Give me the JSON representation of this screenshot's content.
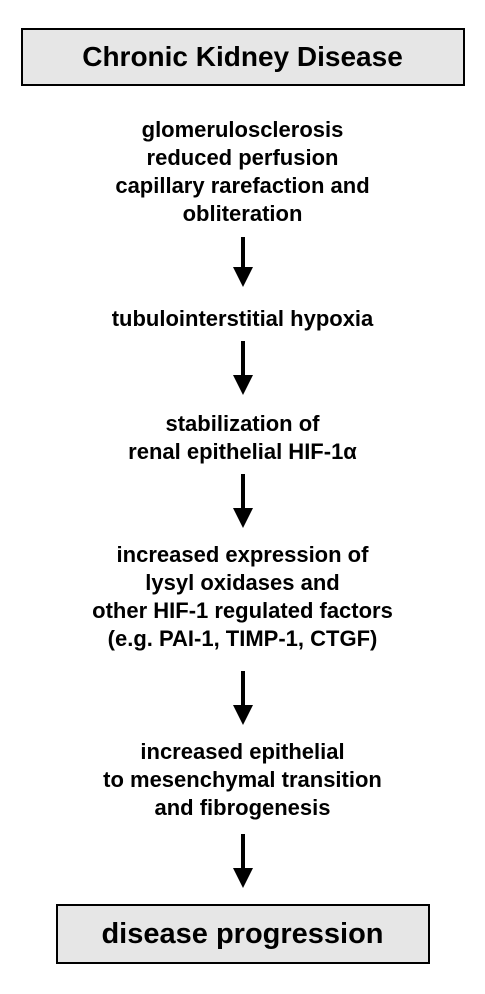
{
  "top_box": {
    "label": "Chronic Kidney Disease"
  },
  "steps": [
    {
      "lines": [
        "glomerulosclerosis",
        "reduced perfusion",
        "capillary rarefaction and",
        "obliteration"
      ]
    },
    {
      "lines": [
        "tubulointerstitial hypoxia"
      ]
    },
    {
      "lines": [
        "stabilization of",
        "renal epithelial HIF-1α"
      ]
    },
    {
      "lines": [
        "increased expression of",
        "lysyl oxidases and",
        "other HIF-1 regulated factors",
        "(e.g. PAI-1, TIMP-1, CTGF)"
      ]
    },
    {
      "lines": [
        "increased epithelial",
        "to mesenchymal transition",
        "and fibrogenesis"
      ]
    }
  ],
  "bottom_box": {
    "label": "disease progression"
  },
  "colors": {
    "box_fill": "#e6e6e6",
    "text": "#000000",
    "arrow": "#000000"
  },
  "icons": {
    "arrow": "down-arrow-icon"
  }
}
